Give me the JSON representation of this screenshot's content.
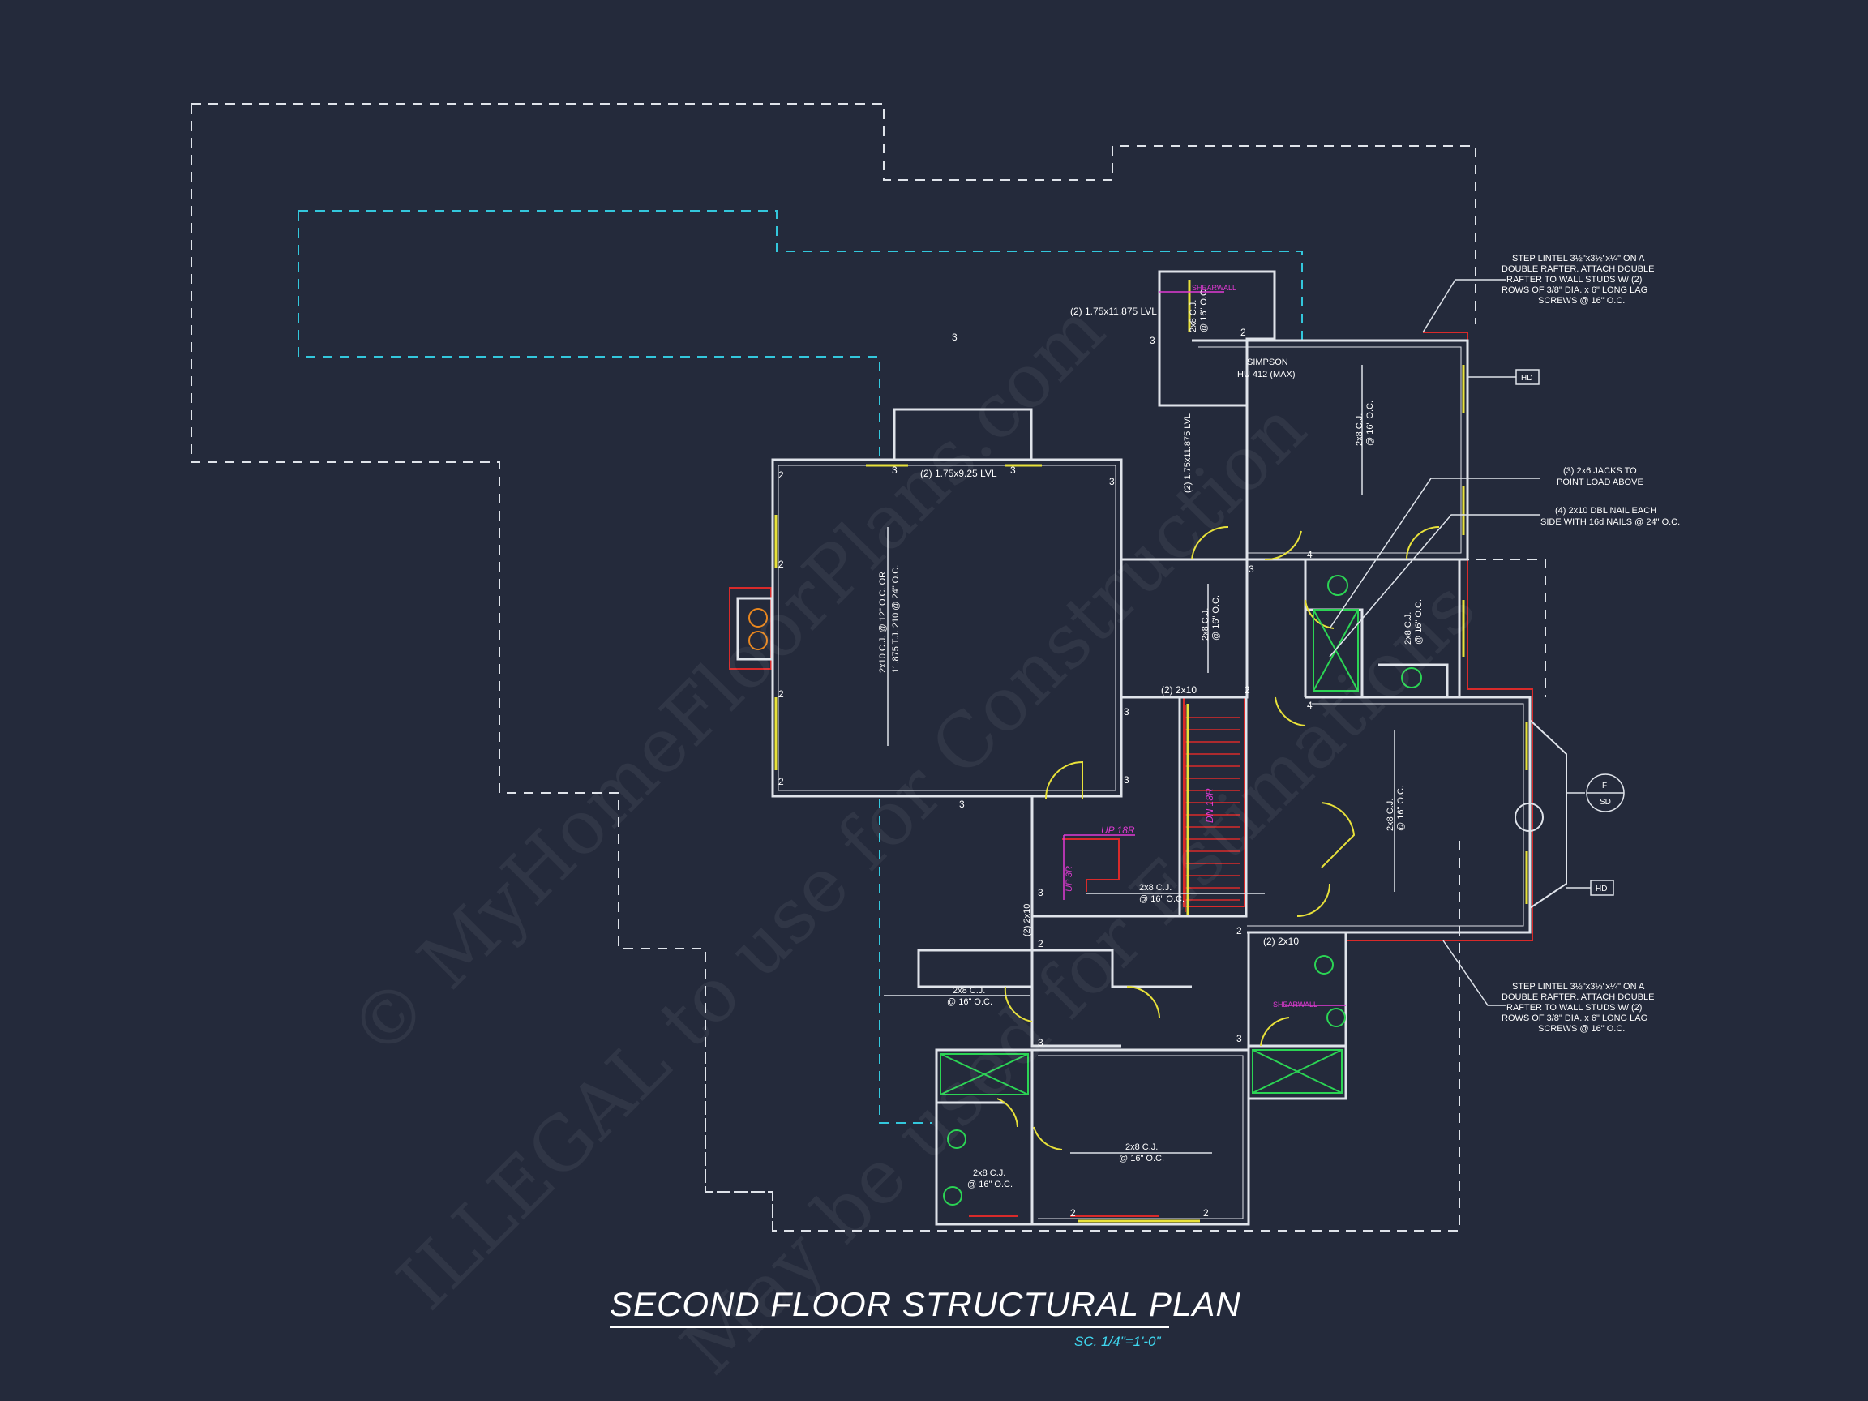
{
  "drawing": {
    "title": "SECOND FLOOR STRUCTURAL PLAN",
    "scale": "SC. 1/4\"=1'-0\""
  },
  "watermark": {
    "line1": "© MyHomeFloorPlans.com",
    "line2": "ILLEGAL to use for Construction",
    "line3": "May be used for Estimations"
  },
  "annotations": {
    "lvl_top": "(2) 1.75x11.875 LVL",
    "simpson_1": "SIMPSON",
    "simpson_2": "HU 412 (MAX)",
    "lvl_vertical": "(2) 1.75x11.875 LVL",
    "lvl_925": "(2) 1.75x9.25 LVL",
    "cj_bonus_1": "2x10 C.J. @ 12\" O.C. OR",
    "cj_bonus_2": "11.875 T.J. 210 @ 24\" O.C.",
    "cj_hall_1": "2x8 C.J.",
    "cj_hall_2": "@ 16\" O.C.",
    "cj_ne_1": "2x8 C.J.",
    "cj_ne_2": "@ 16\" O.C.",
    "cj_bath_1": "2x8 C.J.",
    "cj_bath_2": "@ 16\" O.C.",
    "cj_tower_1": "2x8 C.J.",
    "cj_tower_2": "@ 16\" O.C.",
    "cj_east_1": "2x8 C.J.",
    "cj_east_2": "@ 16\" O.C.",
    "cj_stair_1": "2x8 C.J.",
    "cj_stair_2": "@ 16\" O.C.",
    "cj_closet_1": "2x8 C.J.",
    "cj_closet_2": "@ 16\" O.C.",
    "cj_south_1": "2x8 C.J.",
    "cj_south_2": "@ 16\" O.C.",
    "cj_sw_1": "2x8 C.J.",
    "cj_sw_2": "@ 16\" O.C.",
    "header_2x10_a": "(2) 2x10",
    "header_2x10_b": "(2) 2x10",
    "header_2x10_c": "(2) 2x10",
    "step_lintel_top": [
      "STEP LINTEL 3½\"x3½\"x¼\" ON A",
      "DOUBLE RAFTER.  ATTACH DOUBLE",
      "RAFTER TO WALL STUDS W/ (2)",
      "ROWS OF 3/8\" DIA. x 6\" LONG LAG",
      "SCREWS @ 16\" O.C."
    ],
    "step_lintel_bottom": [
      "STEP LINTEL 3½\"x3½\"x¼\" ON A",
      "DOUBLE RAFTER.  ATTACH DOUBLE",
      "RAFTER TO WALL STUDS W/ (2)",
      "ROWS OF 3/8\" DIA. x 6\" LONG LAG",
      "SCREWS @ 16\" O.C."
    ],
    "jacks_1": "(3) 2x6 JACKS TO",
    "jacks_2": "POINT LOAD ABOVE",
    "dbl_nail_1": "(4) 2x10 DBL NAIL EACH",
    "dbl_nail_2": "SIDE WITH 16d NAILS @ 24\" O.C.",
    "tag_hd_1": "HD",
    "tag_hd_2": "HD",
    "tag_f": "F",
    "tag_sd": "SD",
    "up_label": "UP",
    "up_18r": "UP 18R",
    "up_3r": "UP 3R",
    "dn_18r": "DN 18R",
    "shearwall_1": "SHEARWALL",
    "shearwall_2": "SHEARWALL",
    "mark_2": "2",
    "mark_3": "3",
    "mark_4": "4",
    "mark_3_sq": "3"
  },
  "colors": {
    "background": "#242a3b",
    "line": "#dfe3ea",
    "roof_dashed": "#dfe3ea",
    "cyan_dashed": "#33c7dc",
    "red": "#d92a2a",
    "yellow": "#e8e13a",
    "green": "#2bd454",
    "magenta": "#e23ad4",
    "orange": "#e8861e"
  }
}
